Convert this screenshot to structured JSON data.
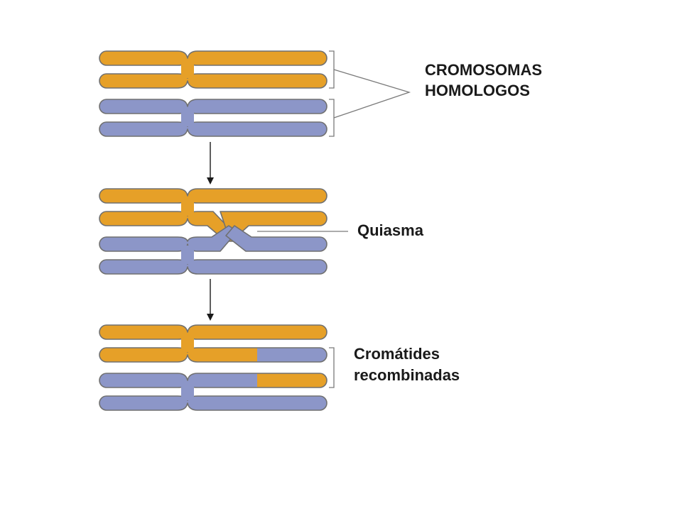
{
  "labels": {
    "homologous_line1": "CROMOSOMAS",
    "homologous_line2": "HOMOLOGOS",
    "chiasma": "Quiasma",
    "recombined_line1": "Cromátides",
    "recombined_line2": "recombinadas"
  },
  "colors": {
    "maternal": "#e6a028",
    "paternal": "#8c96c8",
    "outline": "#707070",
    "leader": "#7a7a7a",
    "arrow": "#1a1a1a"
  }
}
